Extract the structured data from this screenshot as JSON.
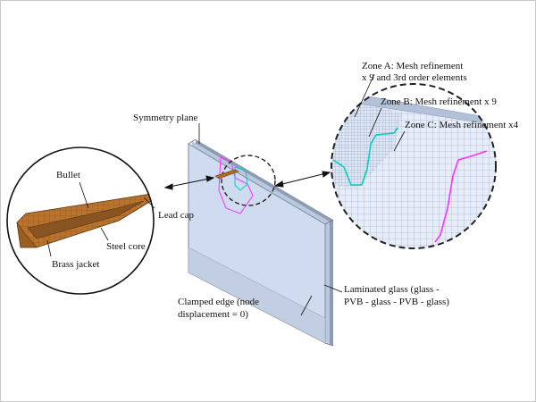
{
  "labels": {
    "symmetry_plane": "Symmetry plane",
    "bullet": "Bullet",
    "lead_cap": "Lead cap",
    "steel_core": "Steel core",
    "brass_jacket": "Brass jacket",
    "clamped_edge_1": "Clamped edge (node",
    "clamped_edge_2": "displacement = 0)",
    "laminated_1": "Laminated glass (glass -",
    "laminated_2": "PVB - glass - PVB - glass)",
    "zone_a_1": "Zone A: Mesh refinement",
    "zone_a_2": "x 9 and 3rd order elements",
    "zone_b": "Zone B: Mesh refinement x 9",
    "zone_c": "Zone C: Mesh refinement x4"
  },
  "colors": {
    "glass": "#cfdcef",
    "glass_edge": "#8a96a8",
    "bullet_jacket": "#b06a25",
    "bullet_core": "#7a4a1c",
    "zone_a": "#00d0c0",
    "zone_c": "#ff30ff",
    "mesh": "#9fb0c8"
  }
}
